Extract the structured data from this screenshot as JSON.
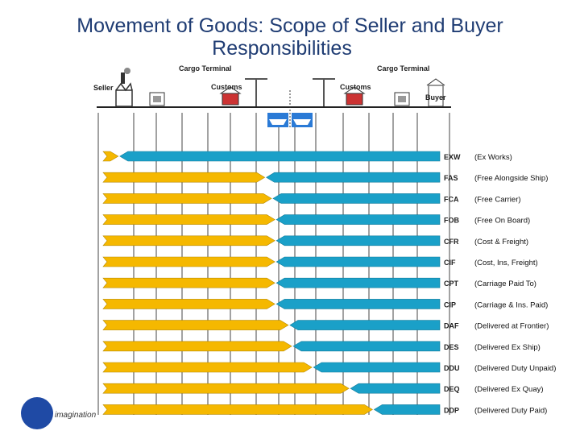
{
  "title": {
    "line1": "Movement of Goods: Scope of Seller and Buyer",
    "line2": "Responsibilities"
  },
  "locations": {
    "seller": "Seller",
    "cargo_terminal_1": "Cargo Terminal",
    "customs_1": "Customs",
    "customs_2": "Customs",
    "cargo_terminal_2": "Cargo Terminal",
    "buyer": "Buyer"
  },
  "colors": {
    "seller_arrow": "#f5b800",
    "buyer_arrow": "#1aa0c8",
    "arrow_stroke": "#b88a00",
    "title": "#1f3c73"
  },
  "terms": [
    {
      "code": "EXW",
      "desc": "(Ex Works)",
      "split": 0.045
    },
    {
      "code": "FAS",
      "desc": "(Free Alongside Ship)",
      "split": 0.48
    },
    {
      "code": "FCA",
      "desc": "(Free Carrier)",
      "split": 0.5
    },
    {
      "code": "FOB",
      "desc": "(Free On Board)",
      "split": 0.51
    },
    {
      "code": "CFR",
      "desc": "(Cost & Freight)",
      "split": 0.51
    },
    {
      "code": "CIF",
      "desc": "(Cost, Ins, Freight)",
      "split": 0.51
    },
    {
      "code": "CPT",
      "desc": "(Carriage Paid To)",
      "split": 0.51
    },
    {
      "code": "CIP",
      "desc": "(Carriage & Ins. Paid)",
      "split": 0.51
    },
    {
      "code": "DAF",
      "desc": "(Delivered at Frontier)",
      "split": 0.55
    },
    {
      "code": "DES",
      "desc": "(Delivered Ex Ship)",
      "split": 0.56
    },
    {
      "code": "DDU",
      "desc": "(Delivered Duty Unpaid)",
      "split": 0.62
    },
    {
      "code": "DEQ",
      "desc": "(Delivered Ex Quay)",
      "split": 0.73
    },
    {
      "code": "DDP",
      "desc": "(Delivered Duty Paid)",
      "split": 0.8
    }
  ],
  "logo": {
    "text": "imagination"
  }
}
